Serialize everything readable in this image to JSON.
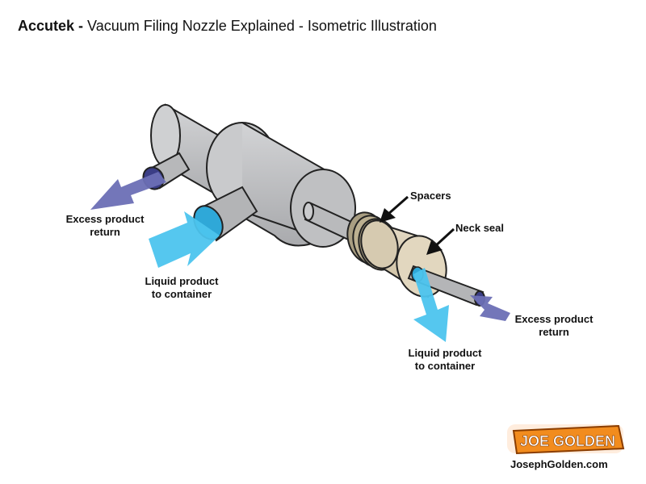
{
  "header": {
    "brand": "Accutek -",
    "subtitle": "Vacuum Filing Nozzle Explained - Isometric Illustration"
  },
  "labels": {
    "excess_left_line1": "Excess product",
    "excess_left_line2": "return",
    "liquid_left_line1": "Liquid product",
    "liquid_left_line2": "to container",
    "spacers": "Spacers",
    "neck_seal": "Neck seal",
    "excess_right_line1": "Excess product",
    "excess_right_line2": "return",
    "liquid_right_line1": "Liquid product",
    "liquid_right_line2": "to container"
  },
  "logo": {
    "text": "JOE GOLDEN",
    "url_text": "JosephGolden.com"
  },
  "colors": {
    "body_gray": "#bdbec0",
    "seal_beige": "#d9ccb4",
    "spacer_tan": "#b9ad8f",
    "excess_arrow": "#6b6fb5",
    "liquid_arrow": "#4cc4ee",
    "logo_orange": "#f28c1e"
  }
}
